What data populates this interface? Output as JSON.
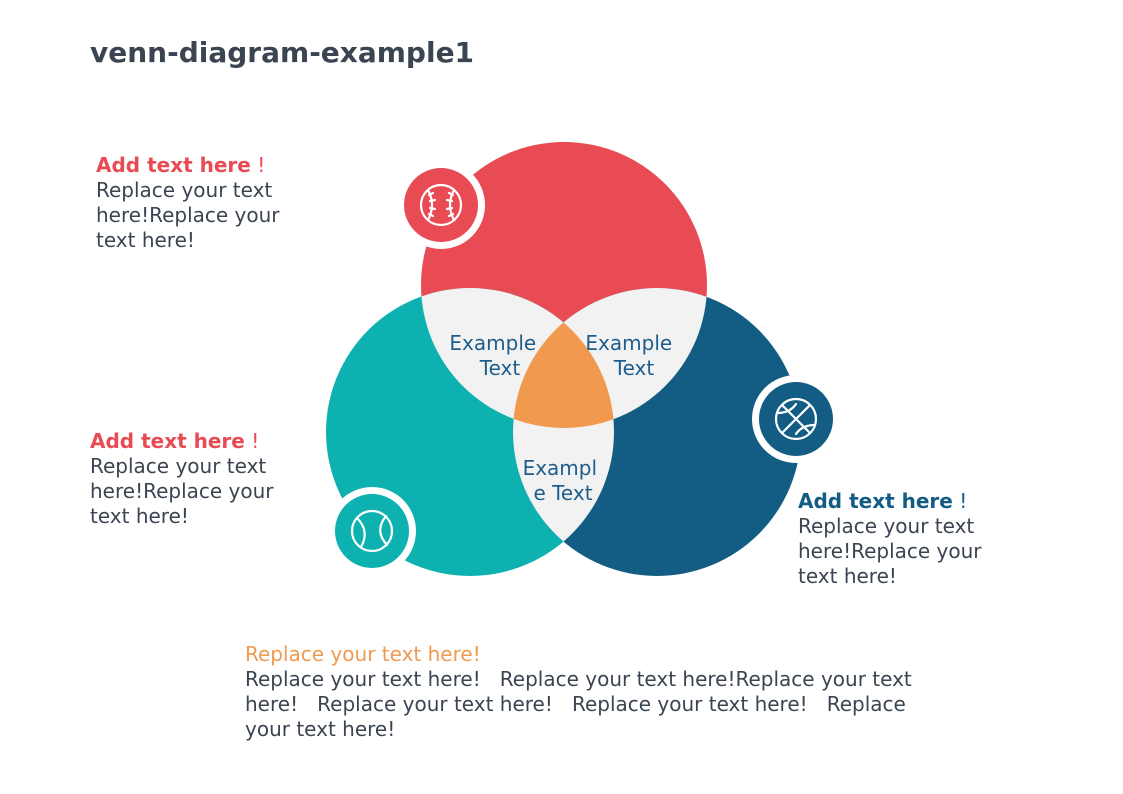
{
  "title": "venn-diagram-example1",
  "colors": {
    "red": "#e84b54",
    "teal": "#0db2b0",
    "blue": "#135c84",
    "overlap": "#f2f2f2",
    "center": "#f1994f",
    "text": "#3b4552",
    "label": "#1e5d8c"
  },
  "circles": [
    {
      "id": "red",
      "icon": "baseball-icon"
    },
    {
      "id": "teal",
      "icon": "tennis-ball-icon"
    },
    {
      "id": "blue",
      "icon": "basketball-icon"
    }
  ],
  "overlap_labels": {
    "red_teal": [
      "Example",
      "Text"
    ],
    "red_blue": [
      "Example",
      "Text"
    ],
    "teal_blue": [
      "Exampl",
      "e Text"
    ]
  },
  "notes": {
    "red": {
      "heading": "Add text here",
      "mark": " !",
      "body": "Replace your text here!Replace your text here!"
    },
    "teal": {
      "heading": "Add text here",
      "mark": " !",
      "body": "Replace your text here!Replace your text here!"
    },
    "blue": {
      "heading": "Add text here",
      "mark": " !",
      "body": "Replace your text here!Replace your text here!"
    },
    "bottom": {
      "heading": "Replace your text here!",
      "body": "Replace your text here!   Replace your text here!Replace your text here!   Replace your text here!   Replace your text here!   Replace your text here!"
    }
  }
}
